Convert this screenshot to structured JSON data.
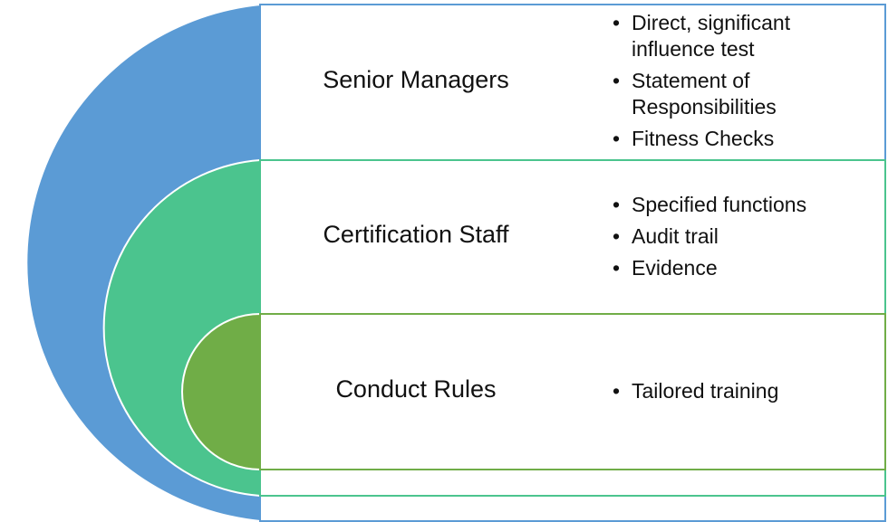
{
  "colors": {
    "outer_arc": "#5B9BD5",
    "middle_arc": "#4BC48E",
    "inner_arc": "#70AD47",
    "senior_border": "#5B9BD5",
    "certification_border": "#4BC48E",
    "conduct_border": "#70AD47"
  },
  "tiers": [
    {
      "label": "Senior Managers",
      "bullets": [
        "Direct, significant influence test",
        "Statement of Responsibilities",
        "Fitness Checks"
      ]
    },
    {
      "label": "Certification Staff",
      "bullets": [
        "Specified functions",
        "Audit trail",
        "Evidence"
      ]
    },
    {
      "label": "Conduct Rules",
      "bullets": [
        "Tailored training"
      ]
    }
  ]
}
